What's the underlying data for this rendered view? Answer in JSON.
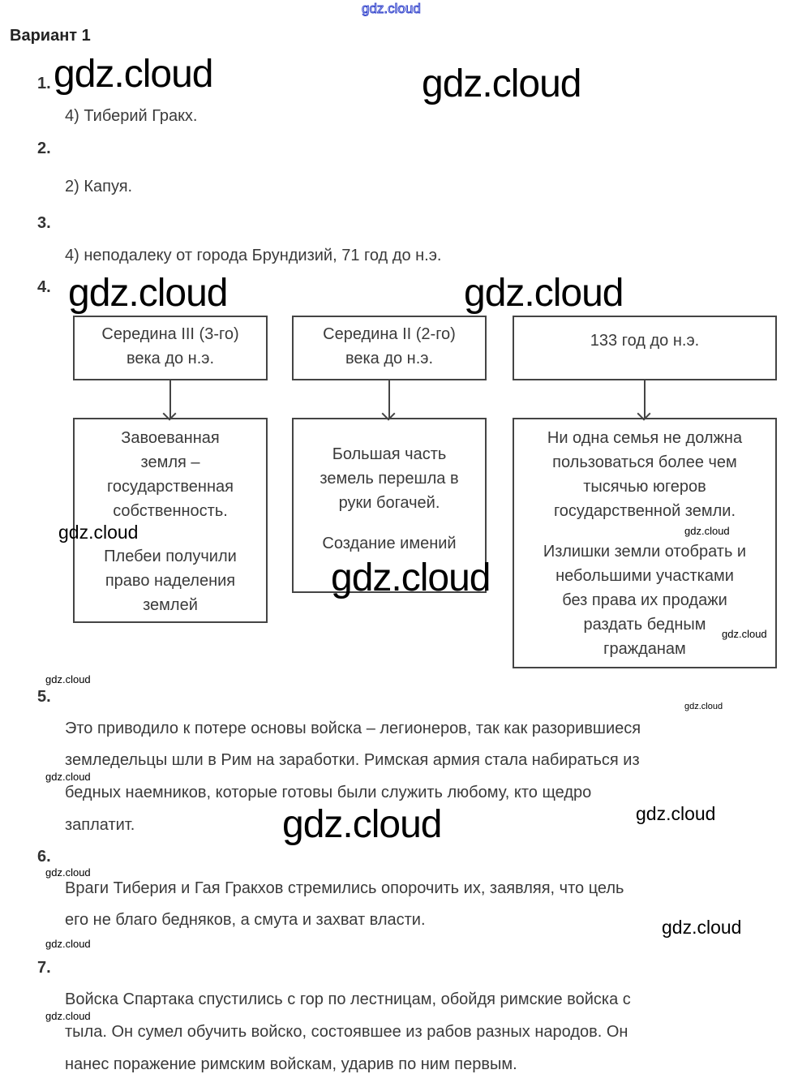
{
  "title": "Вариант 1",
  "questions": [
    {
      "number": "1.",
      "answer": "4) Тиберий Гракх."
    },
    {
      "number": "2.",
      "answer": "2) Капуя."
    },
    {
      "number": "3.",
      "answer": "4) неподалеку от города Брундизий, 71 год до н.э."
    },
    {
      "number": "4."
    },
    {
      "number": "5.",
      "lines": [
        "Это приводило к потере основы войска – легионеров, так как разорившиеся",
        "земледельцы шли в Рим на заработки. Римская армия стала набираться из",
        "бедных наемников, которые готовы были служить любому, кто щедро",
        "заплатит."
      ]
    },
    {
      "number": "6.",
      "lines": [
        "Враги Тиберия и Гая Гракхов стремились опорочить их, заявляя, что цель",
        "его не благо бедняков, а смута и захват власти."
      ]
    },
    {
      "number": "7.",
      "lines": [
        "Войска Спартака спустились с гор по лестницам, обойдя римские войска с",
        "тыла. Он сумел обучить войско, состоявшее из рабов разных народов. Он",
        "нанес поражение римским войскам, ударив по ним первым."
      ]
    }
  ],
  "diagram": {
    "periods": [
      [
        "Середина III (3-го)",
        "века до н.э."
      ],
      [
        "Середина II (2-го)",
        "века до н.э."
      ],
      [
        "133 год до н.э."
      ]
    ],
    "events": [
      [
        "Завоеванная",
        "земля –",
        "государственная",
        "собственность.",
        "Плебеи получили",
        "право наделения",
        "землей"
      ],
      [
        "Большая часть",
        "земель перешла в",
        "руки богачей.",
        "Создание имений"
      ],
      [
        "Ни одна семья не должна",
        "пользоваться более чем",
        "тысячью югеров",
        "государственной земли.",
        "Излишки земли отобрать и",
        "небольшими участками",
        "без права их продажи",
        "раздать бедным",
        "гражданам"
      ]
    ]
  },
  "watermark": "gdz.cloud"
}
